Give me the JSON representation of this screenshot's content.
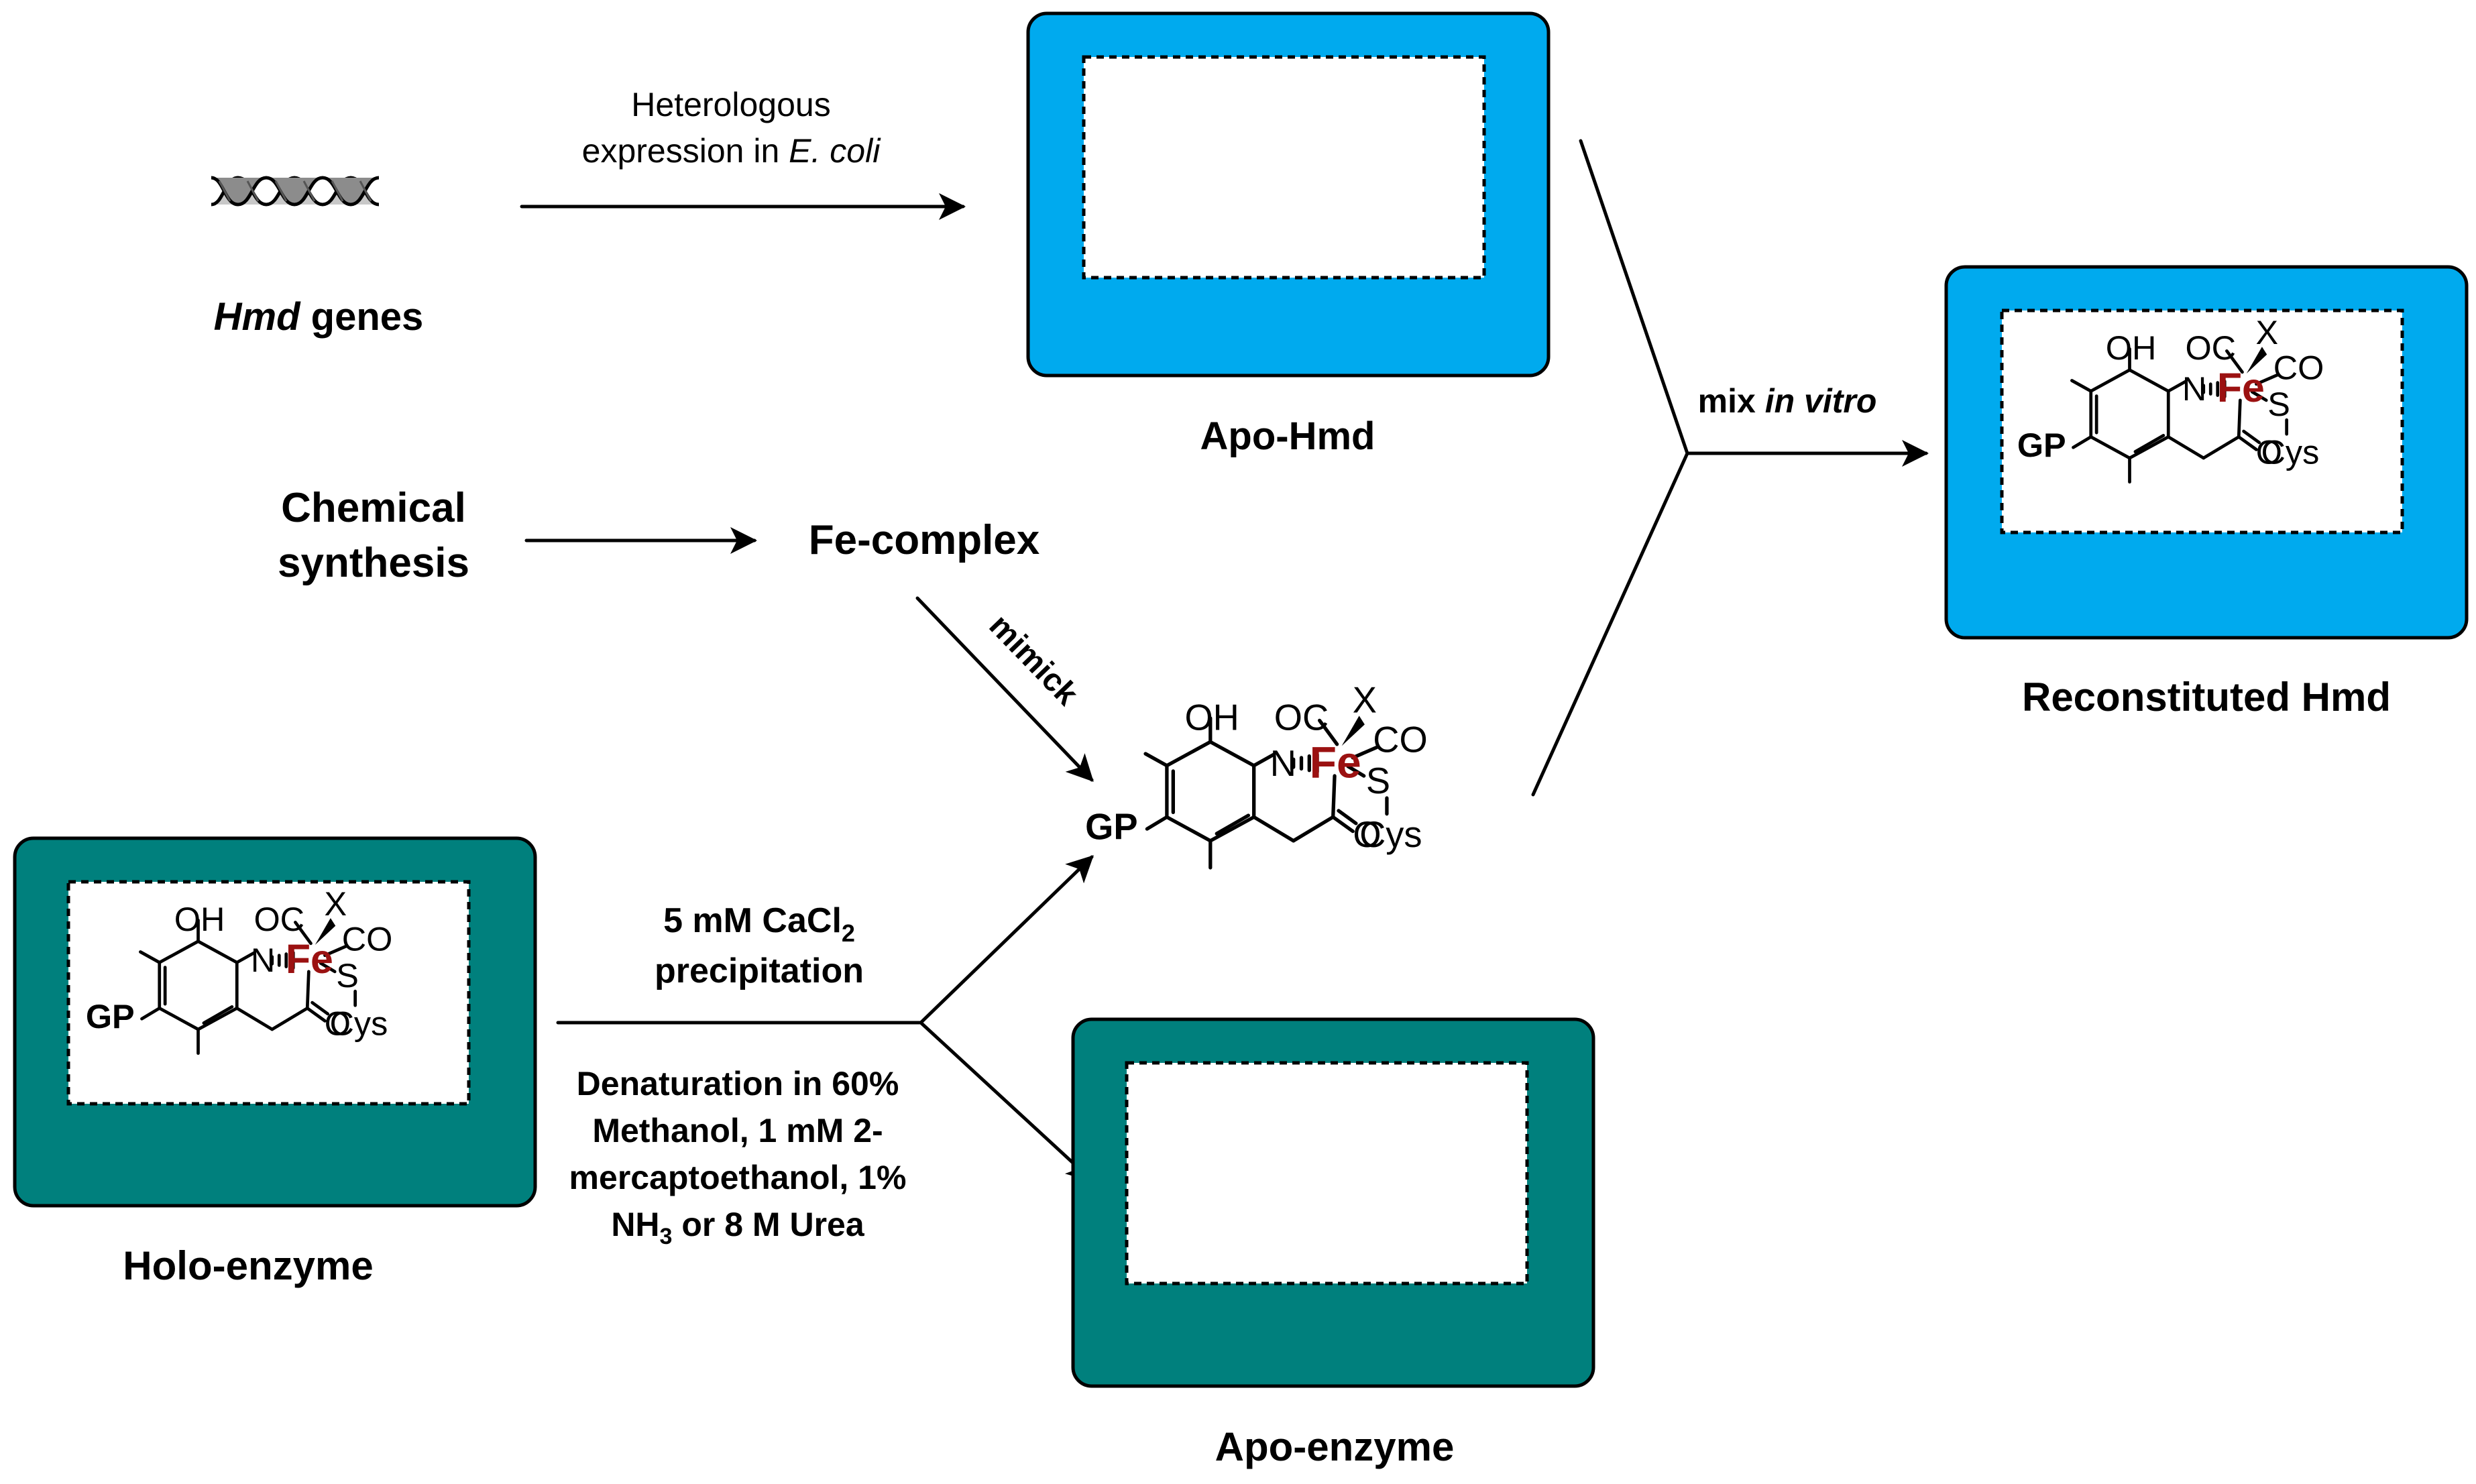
{
  "colors": {
    "apo_hmd_box": "#00aaee",
    "holo_box": "#00807d",
    "fe_label": "#9b1111",
    "text": "#000000"
  },
  "hmd_genes": {
    "icon": "dna-double-helix-icon",
    "label_italic": "Hmd",
    "label_rest": " genes"
  },
  "expression": {
    "line1": "Heterologous",
    "line2_prefix": "expression in ",
    "line2_italic": "E. coli"
  },
  "apo_hmd": {
    "label": "Apo-Hmd"
  },
  "chemical_synthesis": {
    "line1": "Chemical",
    "line2": "synthesis"
  },
  "fe_complex": {
    "label": "Fe-complex"
  },
  "mimick": {
    "label": "mimick"
  },
  "mix": {
    "prefix": "mix ",
    "italic": "in vitro"
  },
  "reconstituted": {
    "label": "Reconstituted Hmd"
  },
  "holo_enzyme": {
    "label": "Holo-enzyme"
  },
  "apo_enzyme": {
    "label": "Apo-enzyme"
  },
  "precipitation": {
    "line1_prefix": "5 mM CaCl",
    "line1_sub": "2",
    "line2": "precipitation"
  },
  "denaturation": {
    "line1": "Denaturation in 60%",
    "line2": "Methanol, 1 mM 2-",
    "line3": "mercaptoethanol, 1%",
    "line4_prefix": "NH",
    "line4_sub": "3",
    "line4_suffix": " or 8 M Urea"
  },
  "cofactor": {
    "oh": "OH",
    "n": "N",
    "fe": "Fe",
    "oc": "OC",
    "x": "X",
    "co": "CO",
    "s": "S",
    "cys": "Cys",
    "o": "O",
    "gp": "GP"
  }
}
